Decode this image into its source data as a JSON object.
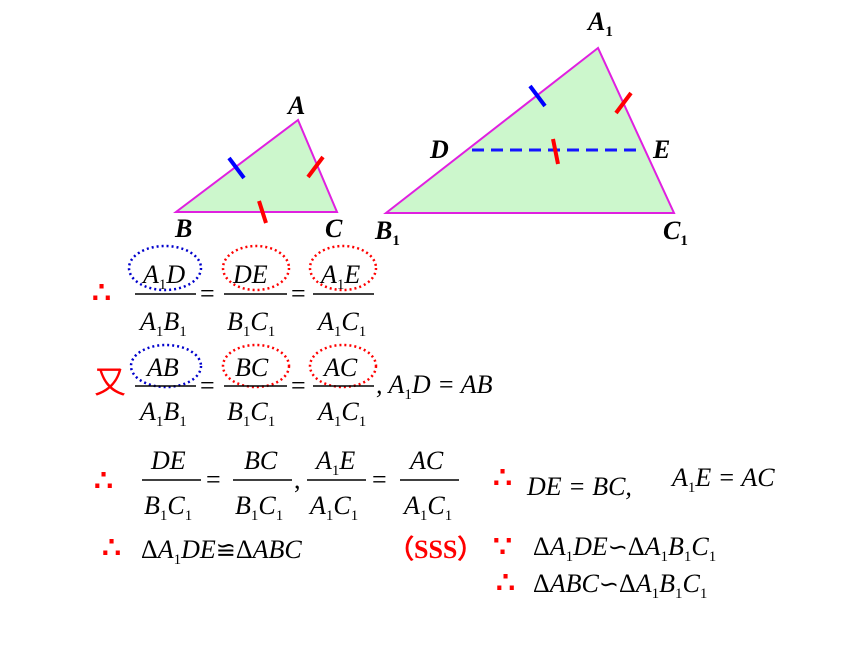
{
  "colors": {
    "fill": "#ccf7cc",
    "edge": "#e020e0",
    "tick_blue": "#0000ff",
    "tick_red": "#ff0000",
    "midline": "#1515ff",
    "ellipse_blue": "#0000cc",
    "ellipse_red": "#ff0000",
    "accent": "#ff0000"
  },
  "small_triangle": {
    "A": "A",
    "B": "B",
    "C": "C"
  },
  "big_triangle": {
    "A1": "A",
    "B1": "B",
    "C1": "C",
    "sub": "1",
    "D": "D",
    "E": "E"
  },
  "lines": {
    "you": "又",
    "sss": "（SSS）"
  },
  "symbols": {
    "therefore": "∴",
    "because": "∵",
    "similar": "∽",
    "congruent": "≌",
    "triangle": "Δ"
  }
}
